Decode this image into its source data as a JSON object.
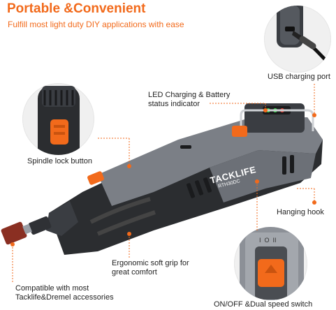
{
  "header": {
    "title": "Portable &Convenient",
    "subtitle": "Fulfill most light duty DIY applications with ease"
  },
  "features": {
    "usb_port": "USB charging port",
    "led_line1": "LED Charging & Battery",
    "led_line2": "status indicator",
    "spindle_lock": "Spindle lock button",
    "hanging_hook": "Hanging hook",
    "grip_line1": "Ergonomic soft grip for",
    "grip_line2": "great comfort",
    "compat_line1": "Compatible with most",
    "compat_line2": "Tacklife&Dremel accessories",
    "switch": "ON/OFF &Dual speed switch"
  },
  "tool": {
    "brand": "TACKLIFE",
    "model": "RTH30DC",
    "switch_marks": "I  O  II"
  },
  "colors": {
    "accent": "#f26a1b",
    "body_dark": "#2b2d30",
    "body_grey": "#7b7f86",
    "led_green": "#35d04a",
    "led_red": "#e23b2e"
  }
}
